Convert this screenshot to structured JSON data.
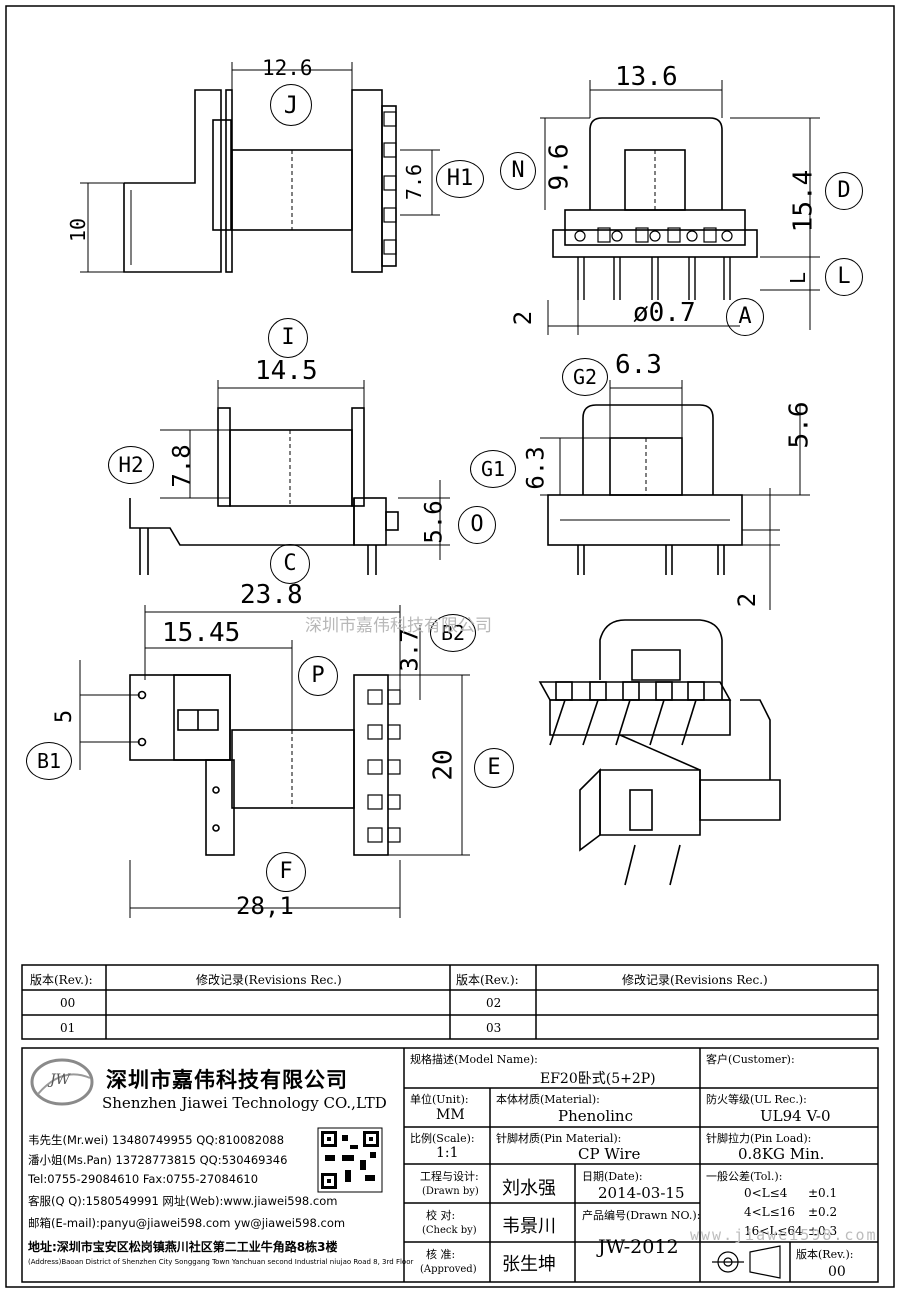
{
  "drawing": {
    "dims": {
      "top_width_J": "12.6",
      "left_height": "10",
      "pin_span": "7.6",
      "top_right_width": "13.6",
      "n_height": "9.6",
      "d_height": "15.4",
      "l_label": "L",
      "pin_len": "2",
      "pin_dia": "ø0.7",
      "mid_width": "14.5",
      "h2_height": "7.8",
      "o_height": "5.6",
      "g2_width": "6.3",
      "g1_height": "6.3",
      "right_height": "5.6",
      "right_pin": "2",
      "overall_width": "23.8",
      "p_width": "15.45",
      "b2_height": "3.7",
      "b1_height": "5",
      "e_height": "20",
      "f_width": "28,1"
    },
    "callouts": {
      "J": "J",
      "H1": "H1",
      "N": "N",
      "D": "D",
      "L": "L",
      "A": "A",
      "I": "I",
      "H2": "H2",
      "O": "O",
      "C": "C",
      "G2": "G2",
      "G1": "G1",
      "P": "P",
      "B2": "B2",
      "B1": "B1",
      "E": "E",
      "F": "F"
    }
  },
  "watermark": "深圳市嘉伟科技有限公司",
  "watermark_url": "www.jiawei598.com",
  "revisions": {
    "rev_header": "版本(Rev.):",
    "rec_header": "修改记录(Revisions Rec.)",
    "rows": [
      {
        "left_rev": "00",
        "right_rev": "02"
      },
      {
        "left_rev": "01",
        "right_rev": "03"
      }
    ]
  },
  "company": {
    "logo_text": "JW",
    "name_cn": "深圳市嘉伟科技有限公司",
    "name_en": "Shenzhen Jiawei Technology CO.,LTD",
    "contacts": [
      "韦先生(Mr.wei) 13480749955 QQ:810082088",
      "潘小姐(Ms.Pan) 13728773815 QQ:530469346",
      "Tel:0755-29084610      Fax:0755-27084610",
      "客服(Q Q):1580549991   网址(Web):www.jiawei598.com",
      "邮箱(E-mail):panyu@jiawei598.com  yw@jiawei598.com",
      "地址:深圳市宝安区松岗镇燕川社区第二工业牛角路8栋3楼"
    ],
    "address_en": "(Address)Baoan District of Shenzhen City Songgang Town Yanchuan  second Industrial niujao Road 8, 3rd Floor"
  },
  "titleblock": {
    "model_label": "规格描述(Model Name):",
    "model_value": "EF20卧式(5+2P)",
    "customer_label": "客户(Customer):",
    "unit_label": "单位(Unit):",
    "unit_value": "MM",
    "material_label": "本体材质(Material):",
    "material_value": "Phenolinc",
    "ul_label": "防火等级(UL Rec.):",
    "ul_value": "UL94 V-0",
    "scale_label": "比例(Scale):",
    "scale_value": "1:1",
    "pin_material_label": "针脚材质(Pin Material):",
    "pin_material_value": "CP Wire",
    "pin_load_label": "针脚拉力(Pin Load):",
    "pin_load_value": "0.8KG Min.",
    "drawn_label": "工程与设计:",
    "drawn_label_en": "(Drawn by)",
    "drawn_value": "刘水强",
    "date_label": "日期(Date):",
    "date_value": "2014-03-15",
    "tol_label": "一般公差(Tol.):",
    "tol_rows": [
      {
        "range": "0<L≤4",
        "tol": "±0.1"
      },
      {
        "range": "4<L≤16",
        "tol": "±0.2"
      },
      {
        "range": "16<L≤64",
        "tol": "±0.3"
      }
    ],
    "check_label": "校  对:",
    "check_label_en": "(Check by)",
    "check_value": "韦景川",
    "drawn_no_label": "产品编号(Drawn NO.):",
    "drawn_no_value": "JW-2012",
    "approve_label": "核  准:",
    "approve_label_en": "(Approved)",
    "approve_value": "张生坤",
    "rev_label": "版本(Rev.):",
    "rev_value": "00"
  }
}
